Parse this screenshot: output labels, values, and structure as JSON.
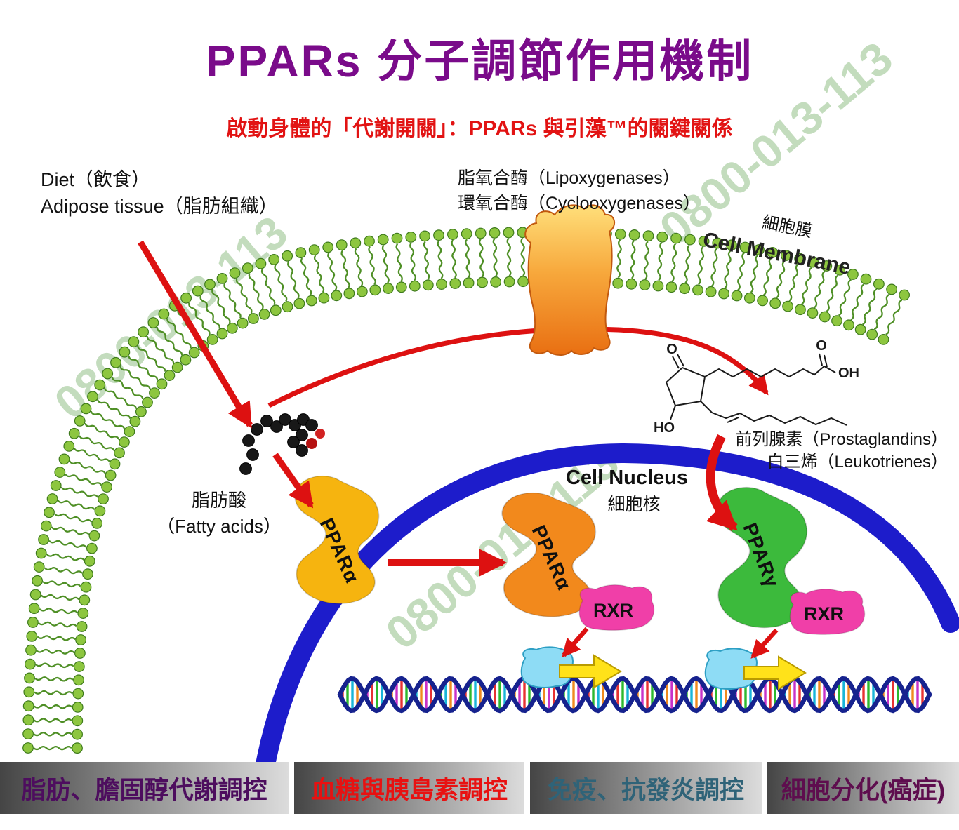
{
  "title": "PPARs 分子調節作用機制",
  "subtitle": "啟動身體的「代謝開關」：PPARs 與引藻™的關鍵關係",
  "watermark": "0800-013-113",
  "labels": {
    "diet": "Diet（飲食）",
    "adipose_tissue": "Adipose tissue（脂肪組織）",
    "lipoxygenases": "脂氧合酶（Lipoxygenases）",
    "cyclooxygenases": "環氧合酶（Cyclooxygenases）",
    "cell_membrane_zh": "細胞膜",
    "cell_membrane_en": "Cell Membrane",
    "prostaglandins": "前列腺素（Prostaglandins）",
    "leukotrienes": "白三烯（Leukotrienes）",
    "fatty_acids_zh": "脂肪酸",
    "fatty_acids_en": "（Fatty acids）",
    "cell_nucleus_en": "Cell Nucleus",
    "cell_nucleus_zh": "細胞核",
    "ppar_alpha_cytosol": "PPARα",
    "ppar_alpha_nucleus": "PPARα",
    "ppar_gamma": "PPARγ",
    "rxr_left": "RXR",
    "rxr_right": "RXR"
  },
  "chem": {
    "ketone_o": "O",
    "carboxyl_o": "O",
    "carboxyl_oh": "OH",
    "hydroxyl_ho": "HO"
  },
  "footer": {
    "items": [
      {
        "label": "脂肪、膽固醇代謝調控",
        "color": "#4d0d5e"
      },
      {
        "label": "血糖與胰島素調控",
        "color": "#e81111"
      },
      {
        "label": "免疫、抗發炎調控",
        "color": "#2f6378"
      },
      {
        "label": "細胞分化(癌症)",
        "color": "#5e0d4e"
      }
    ]
  },
  "colors": {
    "title_purple": "#7a0b8a",
    "subtitle_red": "#e21313",
    "watermark_green": "#bcd8b6",
    "membrane_green": "#8dc63f",
    "nucleus_blue": "#1d1ccb",
    "arrow_red": "#dd1111",
    "ppar_yellow": "#f6b40f",
    "ppar_orange": "#f2891c",
    "ppar_green": "#3cba3c",
    "rxr_pink": "#f03fa8",
    "tf_cyan": "#8edcf5",
    "dna_blue": "#16228e",
    "highlight_yellow": "#ffe21a"
  }
}
